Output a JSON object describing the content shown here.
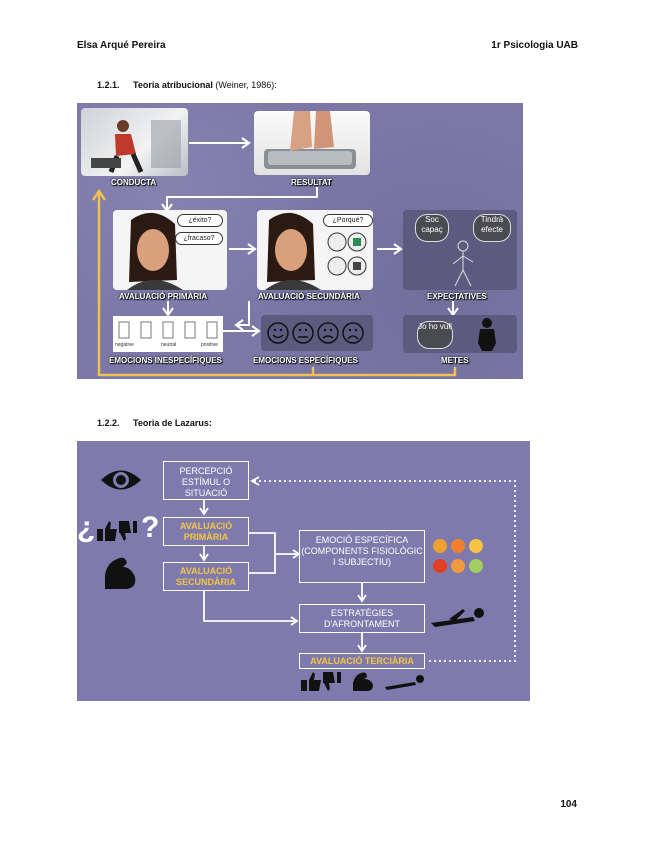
{
  "header": {
    "author": "Elsa Arqué Pereira",
    "course": "1r Psicologia UAB"
  },
  "section1": {
    "number": "1.2.1.",
    "title": "Teoria atribucional",
    "paren": "(Weiner, 1986):"
  },
  "section2": {
    "number": "1.2.2.",
    "title": "Teoria de Lazarus:"
  },
  "weiner": {
    "conducta": "CONDUCTA",
    "resultat": "RESULTAT",
    "primaria": "AVALUACIÓ PRIMÀRIA",
    "secundaria": "AVALUACIÓ SECUNDÀRIA",
    "expectatives": "EXPECTATIVES",
    "inespecifiques": "EMOCIONS INESPECÍFIQUES",
    "especifiques": "EMOCIONS ESPECÍFIQUES",
    "metes": "METES",
    "cloud_exit": "¿éxito?",
    "cloud_fracaso": "¿fracaso?",
    "cloud_porque": "¿Porqué?",
    "cloud_soc": "Soc capaç",
    "cloud_tindra": "Tindrà efecte",
    "cloud_jo": "Jo ho vull",
    "scale_negative": "negative",
    "scale_neutral": "neutral",
    "scale_positive": "positive"
  },
  "lazarus": {
    "percepcio": "PERCEPCIÓ ESTÍMUL O SITUACIÓ",
    "primaria": "AVALUACIÓ PRIMÀRIA",
    "secundaria": "AVALUACIÓ SECUNDÀRIA",
    "emocio": "EMOCIÓ ESPECÍFICA (COMPONENTS FISIOLÒGIC I SUBJECTIU)",
    "estrategies": "ESTRATÈGIES D'AFRONTAMENT",
    "terciaria": "AVALUACIÓ TERCIÀRIA",
    "question_mark": "¿",
    "question_mark2": "?"
  },
  "page_number": "104",
  "colors": {
    "slide_bg": "#7b78a8",
    "gold": "#f5c542",
    "flow_line": "#f0c050"
  }
}
